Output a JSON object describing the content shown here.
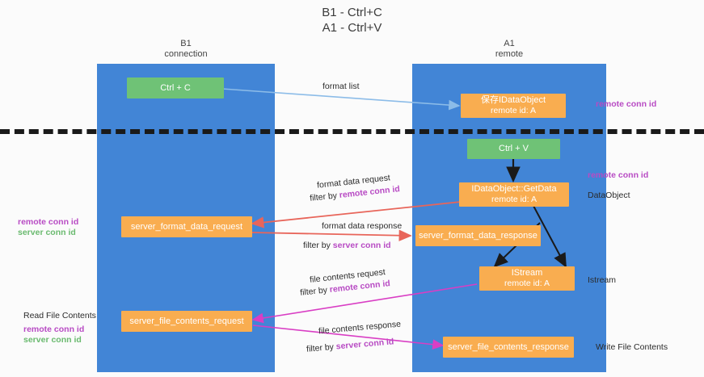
{
  "title": "B1 - Ctrl+C\nA1 - Ctrl+V",
  "lanes": [
    {
      "name": "B1",
      "subtitle": "connection",
      "header": "B1\nconnection"
    },
    {
      "name": "A1",
      "subtitle": "remote",
      "header": "A1\nremote"
    }
  ],
  "nodes": {
    "ctrl_c": {
      "line1": "Ctrl + C",
      "line2": ""
    },
    "save_idataobject": {
      "line1": "保存IDataObject",
      "line2": "remote id: A"
    },
    "ctrl_v": {
      "line1": "Ctrl + V",
      "line2": ""
    },
    "getdata": {
      "line1": "IDataObject::GetData",
      "line2": "remote id: A"
    },
    "server_format_data_request": {
      "line1": "server_format_data_request",
      "line2": ""
    },
    "server_format_data_response": {
      "line1": "server_format_data_response",
      "line2": ""
    },
    "istream": {
      "line1": "IStream",
      "line2": "remote id: A"
    },
    "server_file_contents_request": {
      "line1": "server_file_contents_request",
      "line2": ""
    },
    "server_file_contents_response": {
      "line1": "server_file_contents_response",
      "line2": ""
    }
  },
  "edge_labels": {
    "format_list": "format list",
    "format_data_request": "format data request",
    "filter_by_remote_1_prefix": "filter by ",
    "filter_by_remote_1_key": "remote conn id",
    "format_data_response": "format data response",
    "filter_by_server_1_prefix": "filter by ",
    "filter_by_server_1_key": "server conn id",
    "file_contents_request": "file contents request",
    "filter_by_remote_2_prefix": "filter by ",
    "filter_by_remote_2_key": "remote conn id",
    "file_contents_response": "file contents response",
    "filter_by_server_2_prefix": "filter by ",
    "filter_by_server_2_key": "server conn id"
  },
  "annotations": {
    "right_remote_conn_id_top": "remote conn id",
    "right_remote_conn_id_mid": "remote conn id",
    "right_dataobject": "DataObject",
    "right_istream": "Istream",
    "right_write_file_contents": "Write File Contents",
    "left_remote_conn_id_mid": "remote conn id",
    "left_server_conn_id_mid": "server conn id",
    "left_read_file_contents": "Read File Contents",
    "left_remote_conn_id_bottom": "remote conn id",
    "left_server_conn_id_bottom": "server conn id"
  },
  "colors": {
    "lane": "#4285d6",
    "node_green": "#6fc276",
    "node_orange": "#f9ad50",
    "key_purple": "#b84bc4",
    "key_green": "#6aba6f",
    "arrow_blue": "#8cbce8",
    "arrow_red": "#e8655a",
    "arrow_magenta": "#d93ec4",
    "arrow_black": "#1a1a1a",
    "background": "#fbfbfb"
  }
}
